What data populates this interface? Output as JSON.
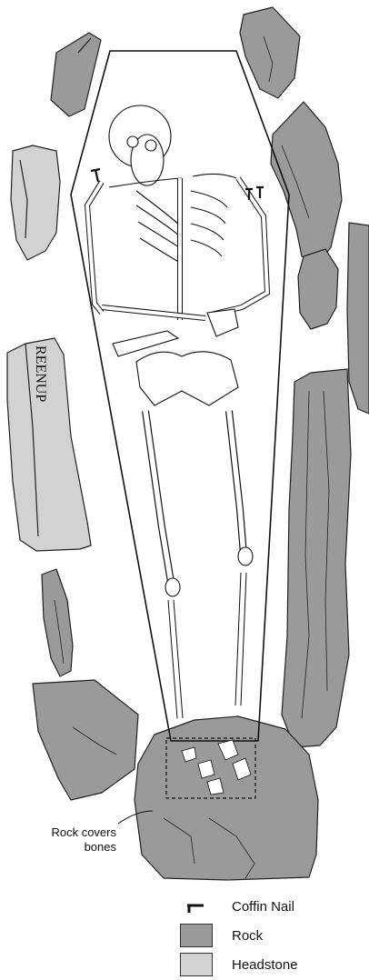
{
  "headstone_inscription": "REENUP",
  "annotation": {
    "line1": "Rock covers",
    "line2": "bones"
  },
  "legend": {
    "items": [
      {
        "label": "Coffin Nail",
        "symbol": "nail-icon"
      },
      {
        "label": "Rock",
        "color": "#9a9a9a"
      },
      {
        "label": "Headstone",
        "color": "#d2d2d2"
      }
    ]
  },
  "colors": {
    "rock": "#9a9a9a",
    "headstone": "#d2d2d2",
    "outline": "#222222",
    "background": "#ffffff"
  }
}
